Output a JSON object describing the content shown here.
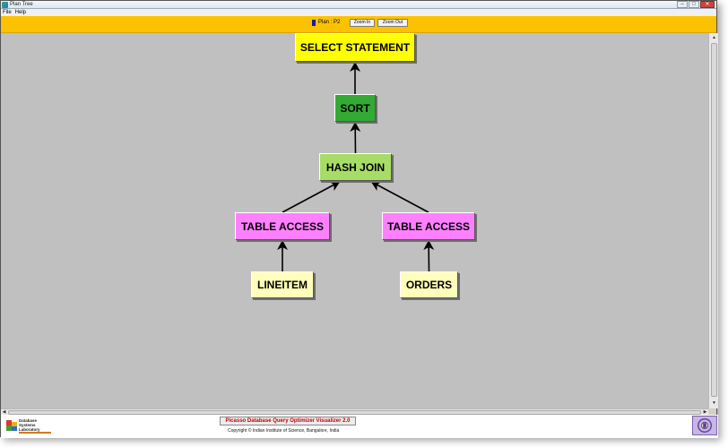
{
  "window": {
    "title": "Plan Tree",
    "controls": {
      "minimize": "–",
      "maximize": "□",
      "close": "✕"
    }
  },
  "menubar": {
    "items": [
      "File",
      "Help"
    ]
  },
  "toolbar": {
    "plan_label": "Plan : P2",
    "plan_color": "#1a1aa8",
    "zoom_in_label": "Zoom In",
    "zoom_out_label": "Zoom Out",
    "background": "#fcc200"
  },
  "tree": {
    "nodes": [
      {
        "id": "select",
        "label": "SELECT STATEMENT",
        "color": "#ffff00"
      },
      {
        "id": "sort",
        "label": "SORT",
        "color": "#33aa33"
      },
      {
        "id": "hashjoin",
        "label": "HASH JOIN",
        "color": "#a7dd66"
      },
      {
        "id": "ta1",
        "label": "TABLE ACCESS",
        "color": "#ff80ff"
      },
      {
        "id": "ta2",
        "label": "TABLE ACCESS",
        "color": "#ff80ff"
      },
      {
        "id": "lineitem",
        "label": "LINEITEM",
        "color": "#ffffbb"
      },
      {
        "id": "orders",
        "label": "ORDERS",
        "color": "#ffffbb"
      }
    ],
    "edges": [
      {
        "from": "sort",
        "to": "select"
      },
      {
        "from": "hashjoin",
        "to": "sort"
      },
      {
        "from": "ta1",
        "to": "hashjoin"
      },
      {
        "from": "ta2",
        "to": "hashjoin"
      },
      {
        "from": "lineitem",
        "to": "ta1"
      },
      {
        "from": "orders",
        "to": "ta2"
      }
    ]
  },
  "footer": {
    "lab_logo_text": "Database Systems Laboratory",
    "app_button_label": "Picasso Database Query Optimizer Visualizer 2.0",
    "copyright": "Copyright © Indian Institute of Science, Bangalore, India"
  },
  "scrollbars": {
    "up": "▲",
    "down": "▼",
    "left": "◀",
    "right": "▶"
  }
}
